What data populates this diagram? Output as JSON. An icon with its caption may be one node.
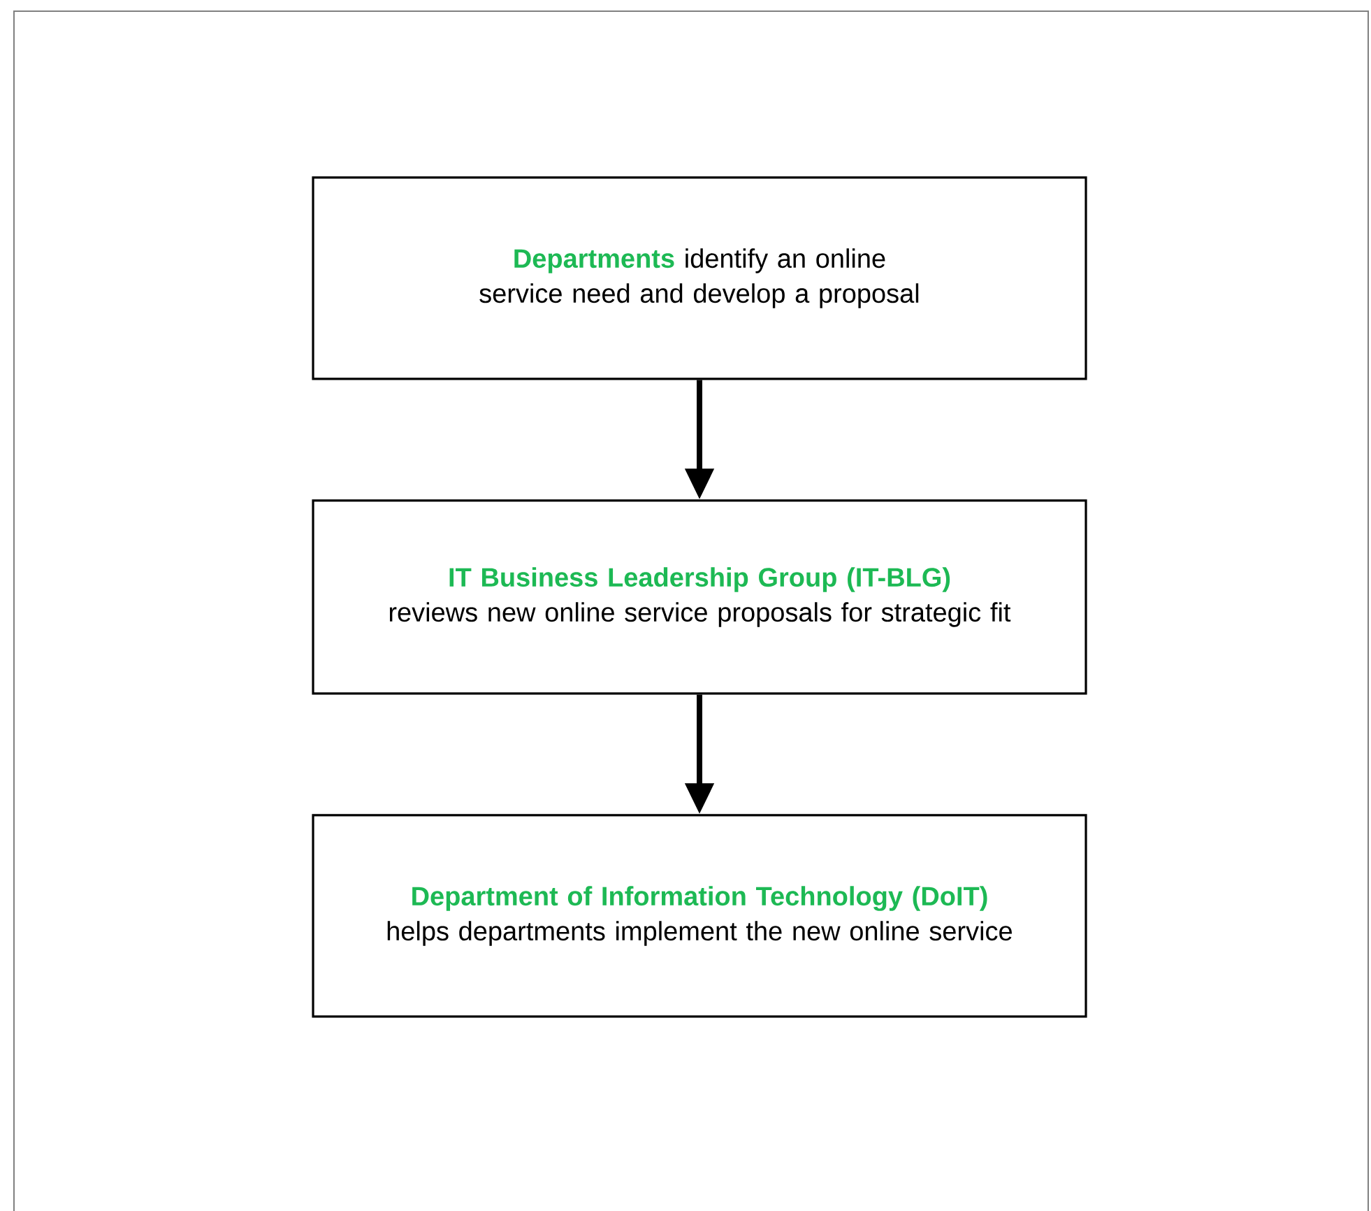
{
  "diagram": {
    "nodes": [
      {
        "text": [
          "Departments",
          "identify an online service need and develop a proposal"
        ]
      },
      {
        "text": [
          "IT Business Leadership Group (IT-BLG)",
          "reviews new online service proposals for strategic fit"
        ]
      },
      {
        "text": [
          "Department of Information Technology (DoIT)",
          "helps departments implement the new online service"
        ]
      }
    ],
    "edges": [
      {
        "from": 0,
        "to": 1,
        "arrow": "to"
      },
      {
        "from": 1,
        "to": 2,
        "arrow": "to"
      }
    ]
  }
}
